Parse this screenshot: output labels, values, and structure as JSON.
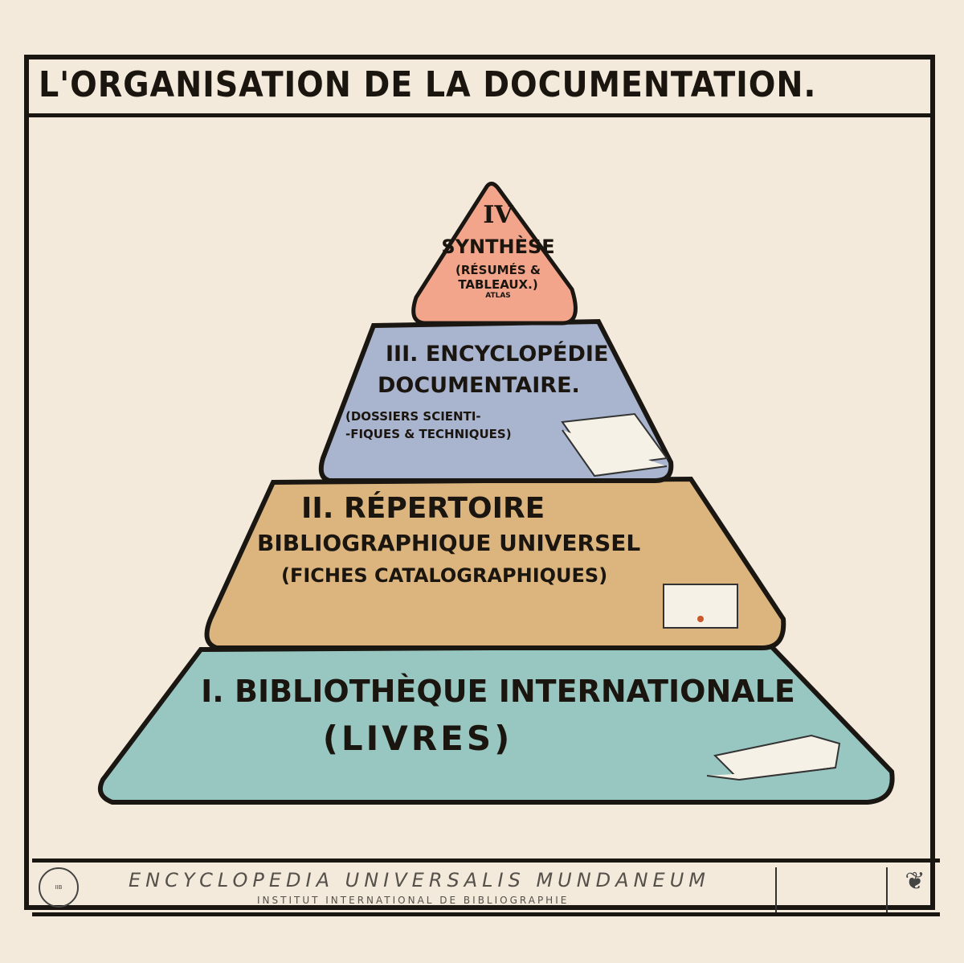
{
  "title": "L'ORGANISATION DE LA DOCUMENTATION.",
  "levels": [
    {
      "numeral": "IV",
      "name": "SYNTHÈSE",
      "detail_1": "(RÉSUMÉS &",
      "detail_2": "TABLEAUX.)",
      "note": "ATLAS",
      "color": "#f2a58a"
    },
    {
      "numeral": "III.",
      "name": "ENCYCLOPÉDIE",
      "name_2": "DOCUMENTAIRE.",
      "detail_1": "(DOSSIERS SCIENTI-",
      "detail_2": "-FIQUES & TECHNIQUES)",
      "color": "#a9b4cf"
    },
    {
      "numeral": "II.",
      "name": "RÉPERTOIRE",
      "name_2": "BIBLIOGRAPHIQUE UNIVERSEL",
      "detail_1": "(FICHES CATALOGRAPHIQUES)",
      "color": "#dcb57e"
    },
    {
      "numeral": "I.",
      "name": "BIBLIOTHÈQUE INTERNATIONALE",
      "detail_1": "(LIVRES)",
      "color": "#98c7c1"
    }
  ],
  "footer": {
    "main": "ENCYCLOPEDIA UNIVERSALIS MUNDANEUM",
    "sub": "INSTITUT INTERNATIONAL DE BIBLIOGRAPHIE",
    "seal": "IIB"
  }
}
